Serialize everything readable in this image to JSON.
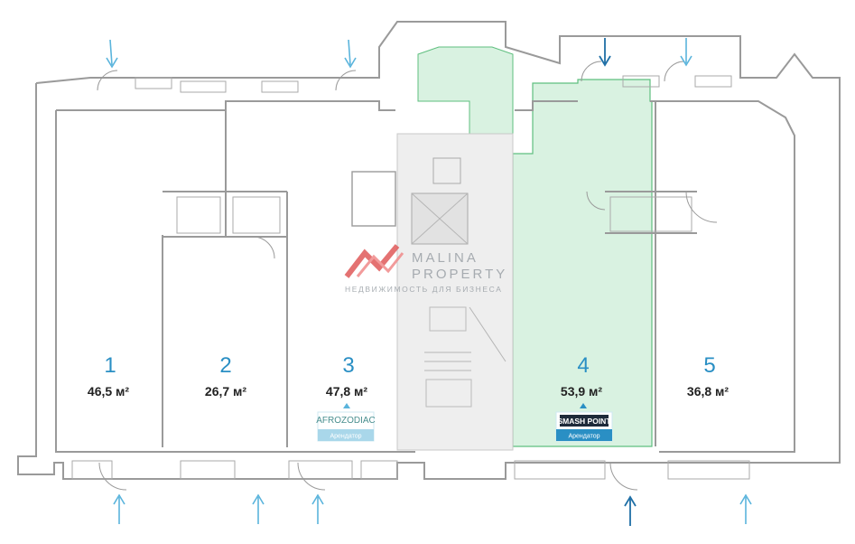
{
  "units": [
    {
      "number": "1",
      "area": "46,5 м²"
    },
    {
      "number": "2",
      "area": "26,7 м²"
    },
    {
      "number": "3",
      "area": "47,8 м²"
    },
    {
      "number": "4",
      "area": "53,9 м²"
    },
    {
      "number": "5",
      "area": "36,8 м²"
    }
  ],
  "tenants": [
    {
      "unit": "3",
      "brand": "AFROZODIAC",
      "label": "Арендатор"
    },
    {
      "unit": "4",
      "brand": "SMASH POINT",
      "label": "Арендатор"
    }
  ],
  "watermark": {
    "line1": "MALINA",
    "line2": "PROPERTY",
    "tagline": "НЕДВИЖИМОСТЬ ДЛЯ БИЗНЕСА"
  },
  "colors": {
    "highlight": "#d9f2e1",
    "highlight_border": "#5fbf7f",
    "unit_number": "#2a8fc4",
    "wall": "#9a9a9a",
    "entrance_arrow": "#5ab4dc",
    "logo_red": "#e05a5a"
  }
}
